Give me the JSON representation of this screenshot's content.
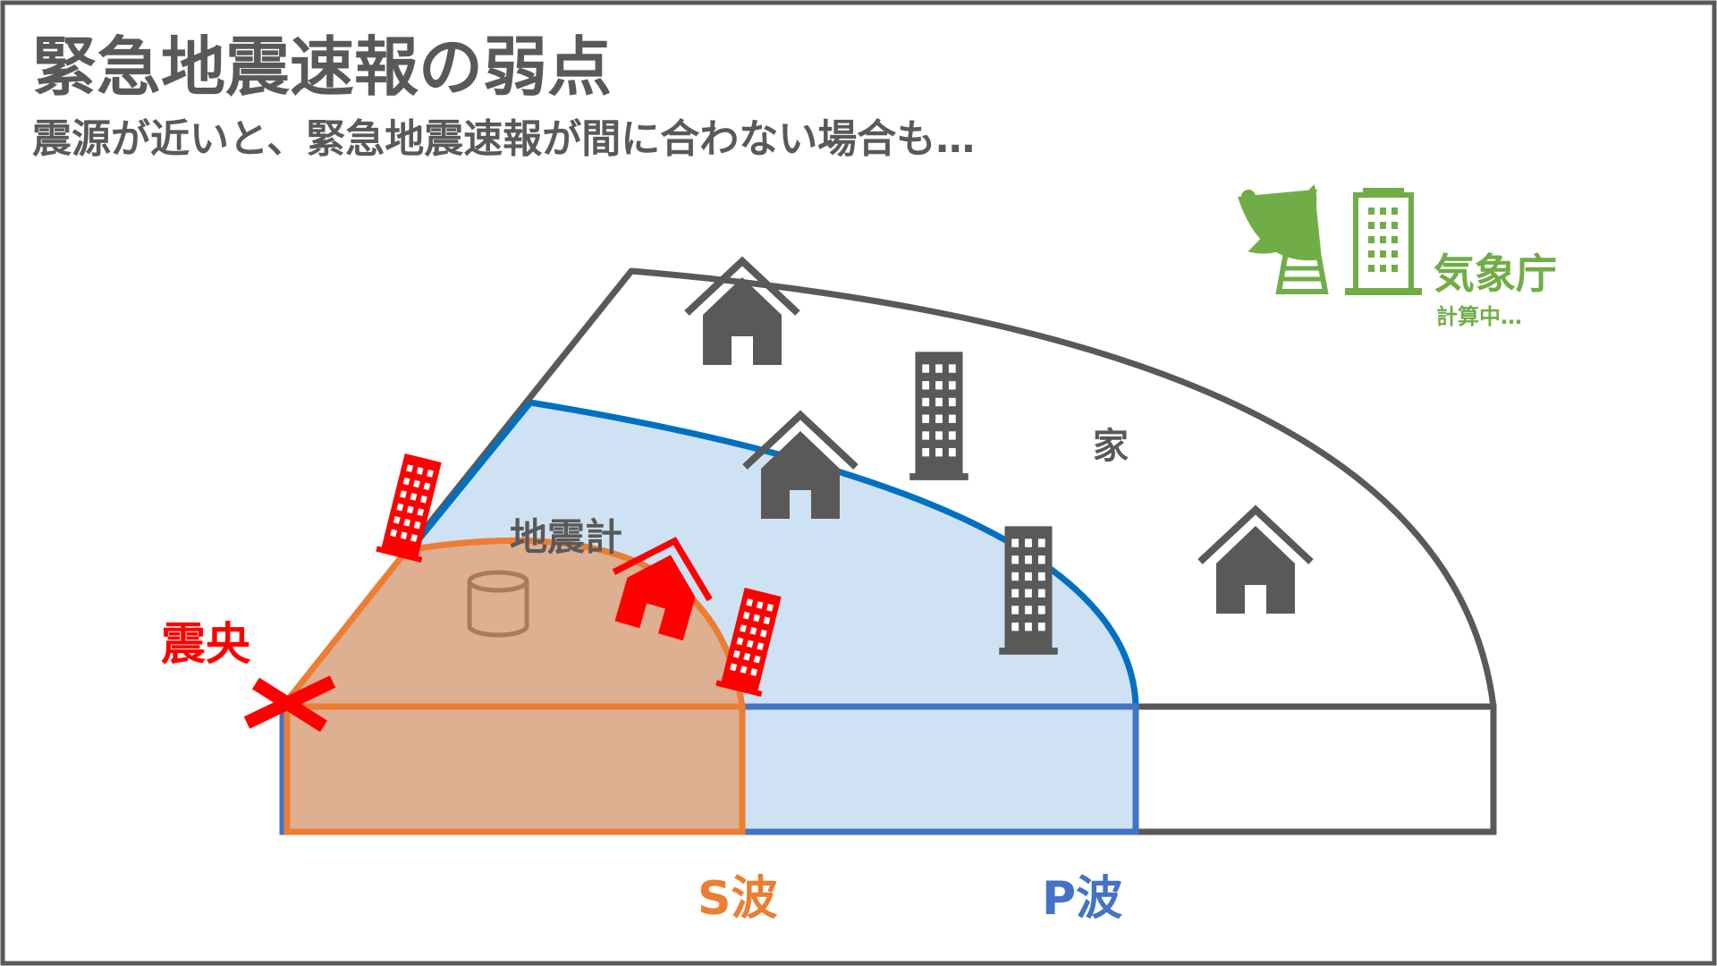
{
  "title": "緊急地震速報の弱点",
  "subtitle": "震源が近いと、緊急地震速報が間に合わない場合も…",
  "labels": {
    "epicenter": "震央",
    "seismometer": "地震計",
    "house": "家",
    "agency": "気象庁",
    "agency_status": "計算中…",
    "s_wave": "S波",
    "p_wave": "P波"
  },
  "colors": {
    "frame": "#595959",
    "text": "#595959",
    "s_wave": "#ED7D31",
    "s_fill": "#DEAF90",
    "p_wave_arc": "#0070C0",
    "p_wave_rect": "#4472C4",
    "p_fill": "#CFE2F3",
    "damage": "#FF0000",
    "agency": "#70AD47",
    "seismometer": "#A97B5A"
  },
  "icons": {
    "epicenter": "x-mark-icon",
    "seismometer": "cylinder-icon",
    "dish": "satellite-dish-icon",
    "agency_building": "building-icon",
    "houses": "house-icon",
    "buildings": "building-icon"
  }
}
